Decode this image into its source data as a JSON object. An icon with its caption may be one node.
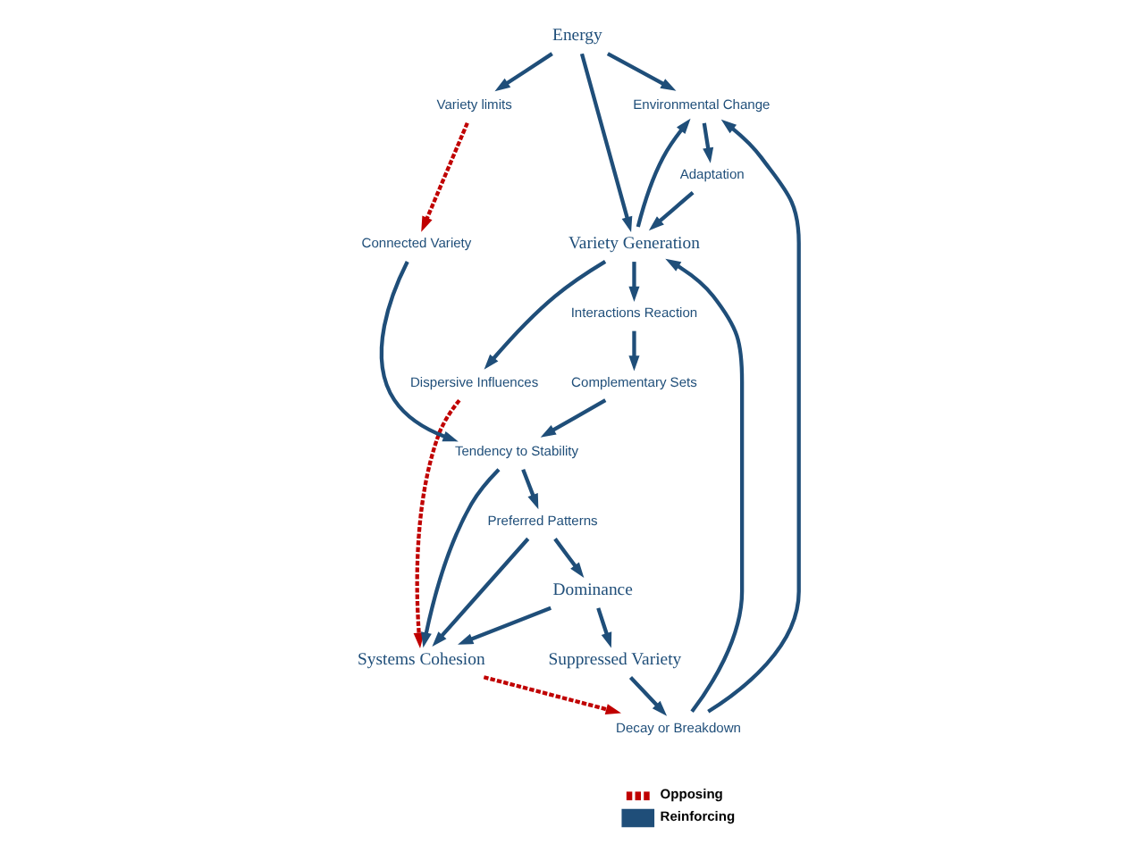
{
  "diagram": {
    "nodes": [
      {
        "text": [
          "Environmental Change"
        ]
      },
      {
        "text": [
          "Energy"
        ]
      },
      {
        "text": [
          "Adaptation"
        ]
      },
      {
        "text": [
          "Decay or Breakdown"
        ]
      },
      {
        "text": [
          "Variety limits"
        ]
      },
      {
        "text": [
          "Variety Generation"
        ]
      },
      {
        "text": [
          "Interactions Reaction"
        ]
      },
      {
        "text": [
          "Dispersive Influences"
        ]
      },
      {
        "text": [
          "Connected Variety"
        ]
      },
      {
        "text": [
          "Suppressed Variety"
        ]
      },
      {
        "text": [
          "Complementary Sets"
        ]
      },
      {
        "text": [
          "Systems Cohesion"
        ]
      },
      {
        "text": [
          "Tendency to Stability"
        ]
      },
      {
        "text": [
          "Dominance"
        ]
      },
      {
        "text": [
          "Preferred Patterns"
        ]
      }
    ],
    "edges": [
      {
        "from": 1,
        "to": 0,
        "arrow": "to"
      },
      {
        "from": 1,
        "to": 4,
        "arrow": "to"
      },
      {
        "from": 1,
        "to": 5,
        "arrow": "to"
      },
      {
        "from": 0,
        "to": 2,
        "arrow": "to"
      },
      {
        "from": 2,
        "to": 5,
        "arrow": "to"
      },
      {
        "from": 5,
        "to": 0,
        "arrow": "to"
      },
      {
        "from": 3,
        "to": 0,
        "arrow": "to"
      },
      {
        "from": 3,
        "to": 5,
        "arrow": "to"
      },
      {
        "from": 5,
        "to": 6,
        "arrow": "to"
      },
      {
        "from": 5,
        "to": 7,
        "arrow": "to"
      },
      {
        "from": 6,
        "to": 10,
        "arrow": "to"
      },
      {
        "from": 10,
        "to": 12,
        "arrow": "to"
      },
      {
        "from": 4,
        "to": 8,
        "arrow": "to",
        "style": "dashed",
        "color": "#c00000"
      },
      {
        "from": 8,
        "to": 12,
        "arrow": "to"
      },
      {
        "from": 12,
        "to": 11,
        "arrow": "to"
      },
      {
        "from": 12,
        "to": 14,
        "arrow": "to"
      },
      {
        "from": 7,
        "to": 11,
        "arrow": "to",
        "style": "dashed",
        "color": "#c00000"
      },
      {
        "from": 11,
        "to": 3,
        "arrow": "to",
        "style": "dashed",
        "color": "#c00000"
      },
      {
        "from": 14,
        "to": 11,
        "arrow": "to"
      },
      {
        "from": 14,
        "to": 13,
        "arrow": "to"
      },
      {
        "from": 13,
        "to": 11,
        "arrow": "to"
      },
      {
        "from": 13,
        "to": 9,
        "arrow": "to"
      },
      {
        "from": 9,
        "to": 3,
        "arrow": "to"
      }
    ],
    "legend": [
      {
        "text": "Opposing"
      },
      {
        "text": "Reinforcing"
      }
    ]
  }
}
